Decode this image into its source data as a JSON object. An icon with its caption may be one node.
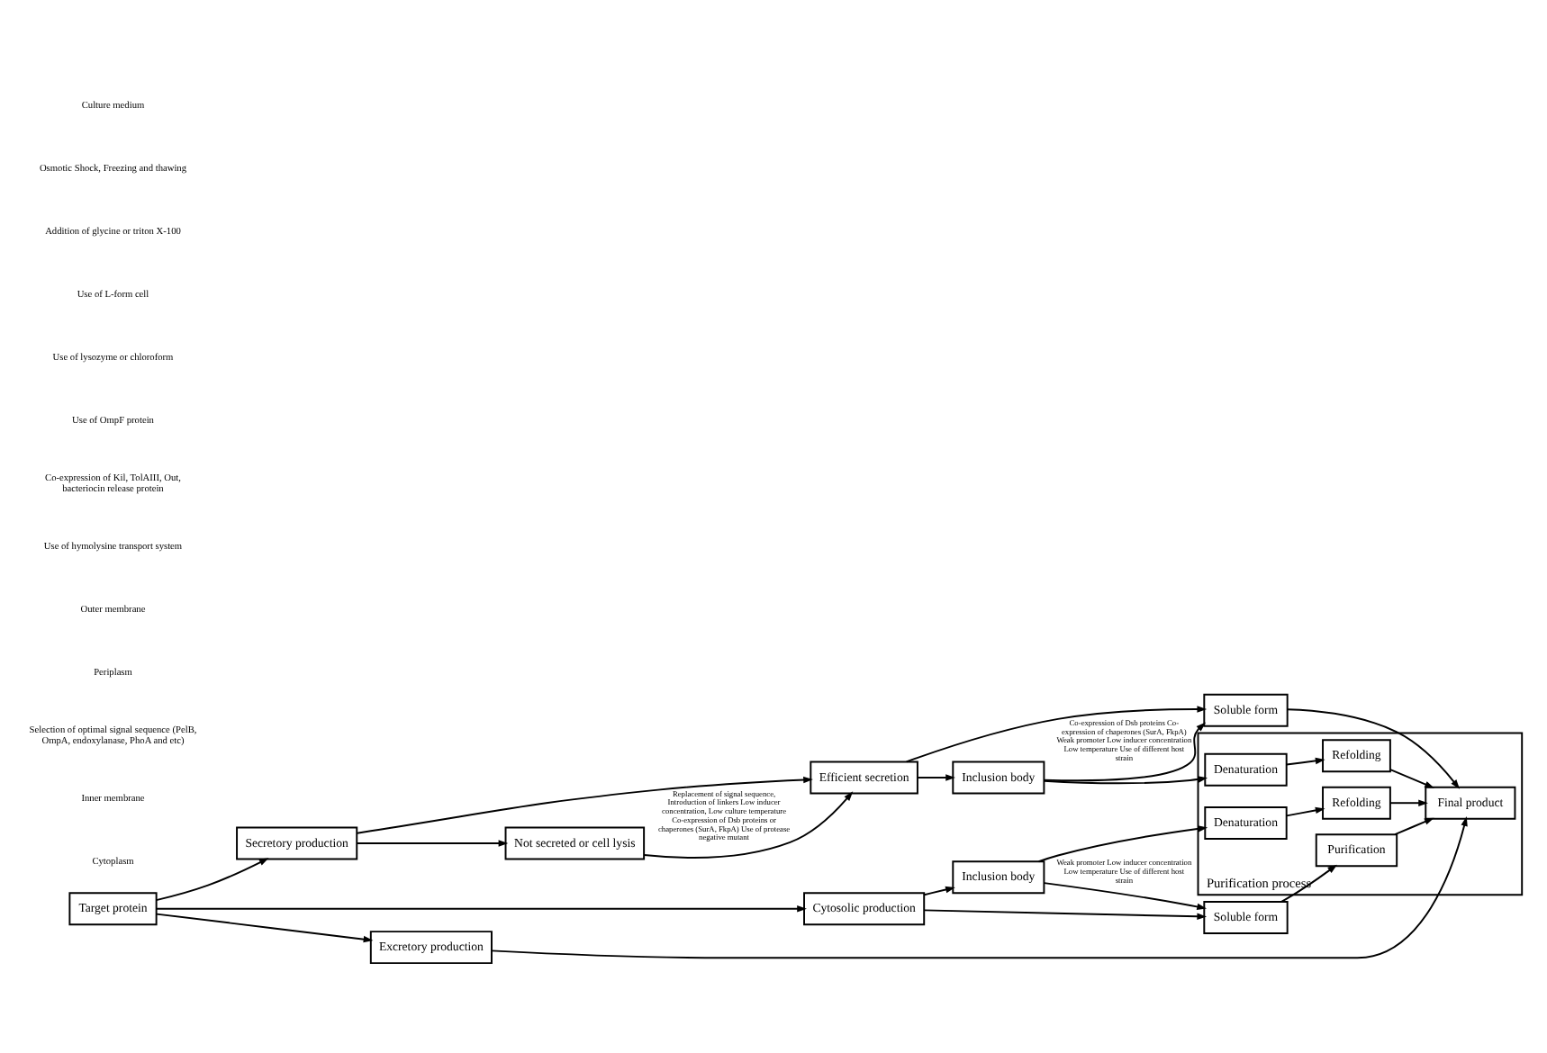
{
  "diagram": {
    "nodes": [
      {
        "text": [
          "Excretory production"
        ]
      },
      {
        "text": [
          "Efficient secretion"
        ]
      },
      {
        "text": [
          "Soluble form"
        ]
      },
      {
        "text": [
          "Secretory production"
        ]
      },
      {
        "text": [
          "Not secreted or cell lysis"
        ]
      },
      {
        "text": [
          "Inclusion body"
        ]
      },
      {
        "text": [
          "Purification process"
        ]
      },
      {
        "text": [
          "Denaturation"
        ],
        "in": 6
      },
      {
        "text": [
          "Soluble form"
        ]
      },
      {
        "text": [
          "Purification"
        ],
        "in": 6
      },
      {
        "text": [
          "Cytosolic production"
        ]
      },
      {
        "text": [
          "Refolding"
        ],
        "in": 6
      },
      {
        "text": [
          "Inclusion body"
        ]
      },
      {
        "text": [
          "Denaturation"
        ],
        "in": 6
      },
      {
        "text": [
          "Final product"
        ],
        "in": 6
      },
      {
        "text": [
          "Refolding"
        ],
        "in": 6
      },
      {
        "text": [
          "Target protein"
        ]
      }
    ],
    "edges": [
      {
        "from": 16,
        "to": 0,
        "arrow": "to"
      },
      {
        "from": 16,
        "to": 3,
        "arrow": "to"
      },
      {
        "from": 16,
        "to": 10,
        "arrow": "to"
      },
      {
        "from": 3,
        "to": 1,
        "arrow": "to"
      },
      {
        "from": 3,
        "to": 4,
        "arrow": "to"
      },
      {
        "from": 4,
        "to": 1,
        "arrow": "to",
        "label": "Replacement of signal sequence, Introduction of linkers Low inducer concentration, Low culture temperature Co-expression of Dsb proteins or chaperones (SurA, FkpA) Use of protease negative mutant"
      },
      {
        "from": 1,
        "to": 2,
        "arrow": "to"
      },
      {
        "from": 1,
        "to": 5,
        "arrow": "to"
      },
      {
        "from": 5,
        "to": 2,
        "arrow": "to",
        "label": "Co-expression of Dsb proteins Co-expression of chaperones (SurA, FkpA) Weak promoter Low inducer concentration Low temperature Use of different host strain"
      },
      {
        "from": 0,
        "to": 14,
        "arrow": "to"
      },
      {
        "from": 2,
        "to": 14,
        "arrow": "to"
      },
      {
        "from": 5,
        "to": 7,
        "arrow": "to"
      },
      {
        "from": 7,
        "to": 11,
        "arrow": "to"
      },
      {
        "from": 11,
        "to": 14,
        "arrow": "to"
      },
      {
        "from": 10,
        "to": 8,
        "arrow": "to"
      },
      {
        "from": 10,
        "to": 12,
        "arrow": "to"
      },
      {
        "from": 12,
        "to": 8,
        "arrow": "to",
        "label": "Weak promoter Low inducer concentration Low temperature Use of different host strain"
      },
      {
        "from": 8,
        "to": 9,
        "arrow": "to"
      },
      {
        "from": 12,
        "to": 13,
        "arrow": "to"
      },
      {
        "from": 13,
        "to": 15,
        "arrow": "to"
      },
      {
        "from": 9,
        "to": 14,
        "arrow": "to"
      },
      {
        "from": 15,
        "to": 14,
        "arrow": "to"
      }
    ],
    "labels": [
      "Culture medium",
      "Osmotic Shock, Freezing and thawing",
      "Addition of glycine or triton X-100",
      "Use of L-form cell",
      "Use of lysozyme or chloroform",
      "Use of OmpF protein",
      "Co-expression of Kil, TolAIII, Out, bacteriocin release protein",
      "Use of hymolysine transport system",
      "Outer membrane",
      "Periplasm",
      "Selection of optimal signal sequence (PelB, OmpA, endoxylanase, PhoA and etc)",
      "Inner membrane",
      "Cytoplasm"
    ]
  }
}
